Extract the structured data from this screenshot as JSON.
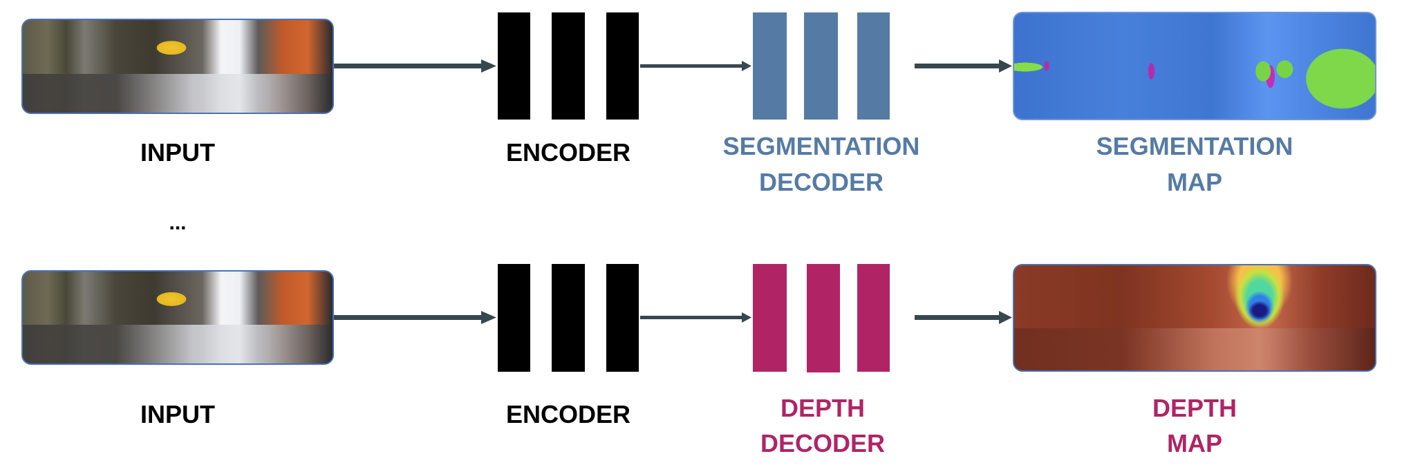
{
  "diagram": {
    "title": "Multi-task encoder-decoder pipeline",
    "colors": {
      "encoder": "#000000",
      "segmentation": "#557ba5",
      "depth": "#b02466",
      "arrow": "#37474f",
      "image_border": "#4a72b8"
    },
    "rows": [
      {
        "input_label": "INPUT",
        "encoder_label": "ENCODER",
        "decoder_label_line1": "SEGMENTATION",
        "decoder_label_line2": "DECODER",
        "output_label_line1": "SEGMENTATION",
        "output_label_line2": "MAP",
        "input_image": "street-scene-photo",
        "output_image": "segmentation-map-overlay"
      },
      {
        "input_label": "INPUT",
        "encoder_label": "ENCODER",
        "decoder_label_line1": "DEPTH",
        "decoder_label_line2": "DECODER",
        "output_label_line1": "DEPTH",
        "output_label_line2": "MAP",
        "input_image": "street-scene-photo",
        "output_image": "depth-map-overlay"
      }
    ],
    "ellipsis": "..."
  }
}
